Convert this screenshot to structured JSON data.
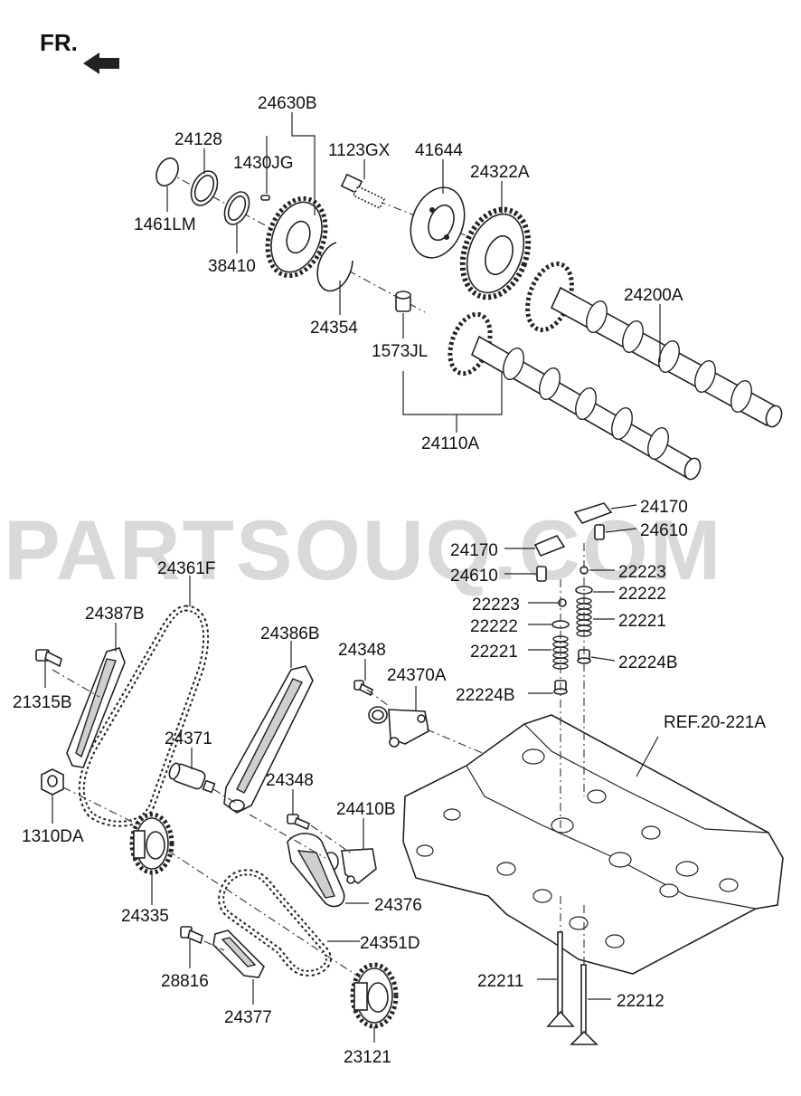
{
  "header": {
    "direction_label": "FR."
  },
  "watermark": "PARTSOUQ.COM",
  "labels": [
    {
      "id": "24630B",
      "text": "24630B"
    },
    {
      "id": "24128",
      "text": "24128"
    },
    {
      "id": "1430JG",
      "text": "1430JG"
    },
    {
      "id": "1123GX",
      "text": "1123GX"
    },
    {
      "id": "41644",
      "text": "41644"
    },
    {
      "id": "24322A",
      "text": "24322A"
    },
    {
      "id": "1461LM",
      "text": "1461LM"
    },
    {
      "id": "38410",
      "text": "38410"
    },
    {
      "id": "24354",
      "text": "24354"
    },
    {
      "id": "1573JL",
      "text": "1573JL"
    },
    {
      "id": "24200A",
      "text": "24200A"
    },
    {
      "id": "24110A",
      "text": "24110A"
    },
    {
      "id": "24170a",
      "text": "24170"
    },
    {
      "id": "24610a",
      "text": "24610"
    },
    {
      "id": "24170b",
      "text": "24170"
    },
    {
      "id": "24610b",
      "text": "24610"
    },
    {
      "id": "22223a",
      "text": "22223"
    },
    {
      "id": "22223b",
      "text": "22223"
    },
    {
      "id": "22222a",
      "text": "22222"
    },
    {
      "id": "22222b",
      "text": "22222"
    },
    {
      "id": "22221a",
      "text": "22221"
    },
    {
      "id": "22221b",
      "text": "22221"
    },
    {
      "id": "22224Ba",
      "text": "22224B"
    },
    {
      "id": "22224Bb",
      "text": "22224B"
    },
    {
      "id": "24361F",
      "text": "24361F"
    },
    {
      "id": "24387B",
      "text": "24387B"
    },
    {
      "id": "24386B",
      "text": "24386B"
    },
    {
      "id": "24348a",
      "text": "24348"
    },
    {
      "id": "24370A",
      "text": "24370A"
    },
    {
      "id": "21315B",
      "text": "21315B"
    },
    {
      "id": "24371",
      "text": "24371"
    },
    {
      "id": "REF",
      "text": "REF.20-221A"
    },
    {
      "id": "24348b",
      "text": "24348"
    },
    {
      "id": "24410B",
      "text": "24410B"
    },
    {
      "id": "1310DA",
      "text": "1310DA"
    },
    {
      "id": "24376",
      "text": "24376"
    },
    {
      "id": "24335",
      "text": "24335"
    },
    {
      "id": "24351D",
      "text": "24351D"
    },
    {
      "id": "28816",
      "text": "28816"
    },
    {
      "id": "22211",
      "text": "22211"
    },
    {
      "id": "22212",
      "text": "22212"
    },
    {
      "id": "24377",
      "text": "24377"
    },
    {
      "id": "23121",
      "text": "23121"
    }
  ]
}
